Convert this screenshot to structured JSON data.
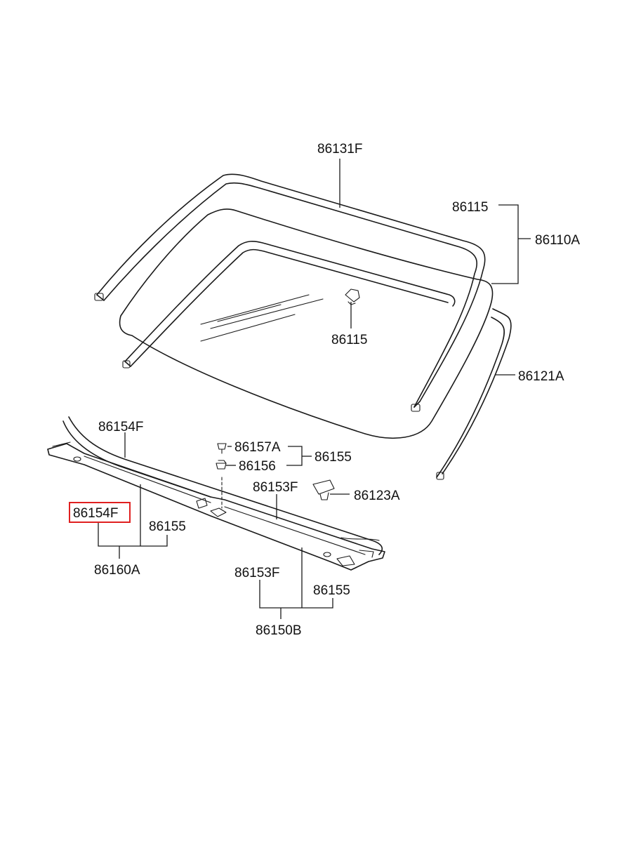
{
  "highlight_color": "#e02020",
  "parts": {
    "molding_upper": "86131F",
    "glass_clip_right": "86115",
    "glass_assembly": "86110A",
    "glass_clip_center": "86115",
    "dam_rubber": "86121A",
    "cowl_seal_front": "86154F",
    "clip_a": "86157A",
    "clip_b": "86156",
    "fastener_group": "86155",
    "cowl_seal_mid": "86153F",
    "clip_fastener": "86123A",
    "selected_part": "86154F",
    "fastener_left": "86155",
    "cowl_assy_left": "86160A",
    "cowl_seal_lower": "86153F",
    "fastener_lower": "86155",
    "cowl_assy_lower": "86150B"
  }
}
